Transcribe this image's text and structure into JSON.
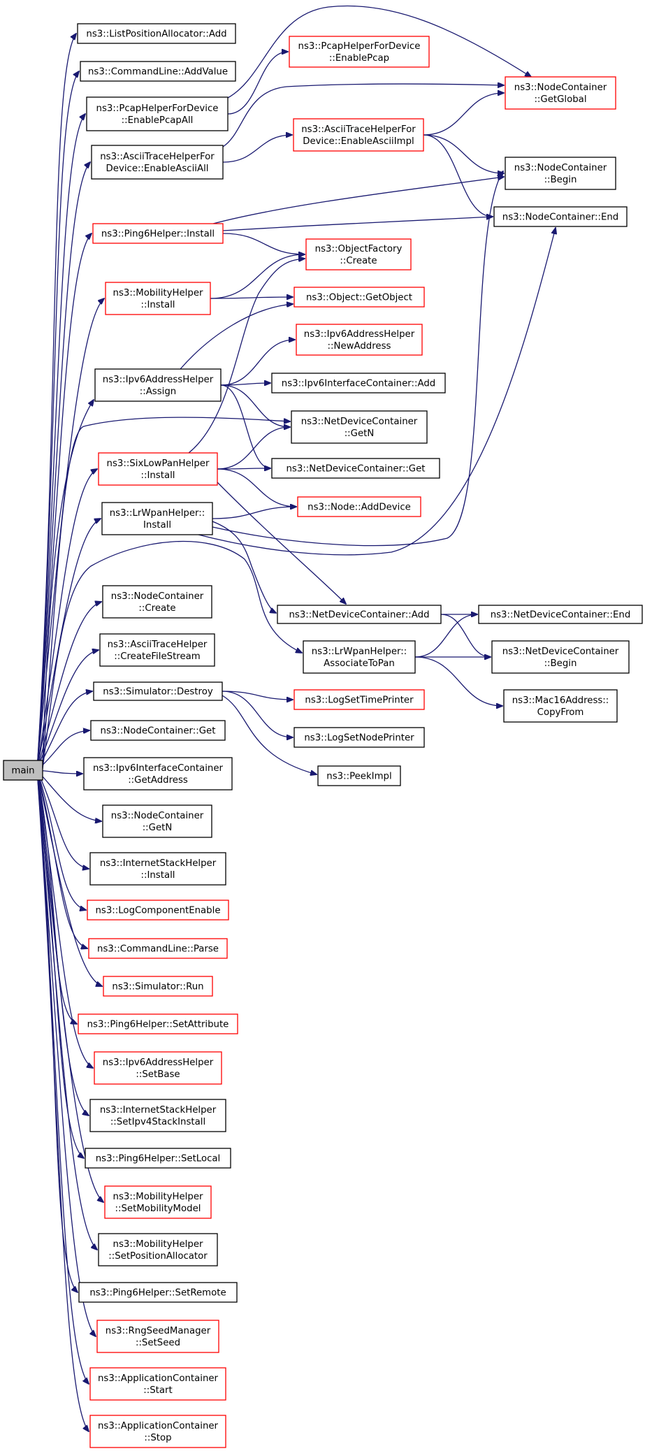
{
  "colors": {
    "edge": "#191970",
    "normal_border": "#000000",
    "red_border": "#ff0000",
    "root_fill": "#bfbfbf",
    "node_fill": "#ffffff"
  },
  "nodes": [
    {
      "id": "main",
      "lines": [
        "main"
      ],
      "style": "root"
    },
    {
      "id": "lpa_add",
      "lines": [
        "ns3::ListPositionAllocator::Add"
      ],
      "style": "normal"
    },
    {
      "id": "cmd_addvalue",
      "lines": [
        "ns3::CommandLine::AddValue"
      ],
      "style": "normal"
    },
    {
      "id": "pcap_all",
      "lines": [
        "ns3::PcapHelperForDevice",
        "::EnablePcapAll"
      ],
      "style": "normal"
    },
    {
      "id": "ascii_all",
      "lines": [
        "ns3::AsciiTraceHelperFor",
        "Device::EnableAsciiAll"
      ],
      "style": "normal"
    },
    {
      "id": "ping_install",
      "lines": [
        "ns3::Ping6Helper::Install"
      ],
      "style": "red"
    },
    {
      "id": "mob_install",
      "lines": [
        "ns3::MobilityHelper",
        "::Install"
      ],
      "style": "red"
    },
    {
      "id": "ipv6_assign",
      "lines": [
        "ns3::Ipv6AddressHelper",
        "::Assign"
      ],
      "style": "normal"
    },
    {
      "id": "sixlow_install",
      "lines": [
        "ns3::SixLowPanHelper",
        "::Install"
      ],
      "style": "red"
    },
    {
      "id": "lrwpan_install",
      "lines": [
        "ns3::LrWpanHelper::",
        "Install"
      ],
      "style": "normal"
    },
    {
      "id": "nc_create",
      "lines": [
        "ns3::NodeContainer",
        "::Create"
      ],
      "style": "normal"
    },
    {
      "id": "ascii_cfs",
      "lines": [
        "ns3::AsciiTraceHelper",
        "::CreateFileStream"
      ],
      "style": "normal"
    },
    {
      "id": "sim_destroy",
      "lines": [
        "ns3::Simulator::Destroy"
      ],
      "style": "normal"
    },
    {
      "id": "nc_get",
      "lines": [
        "ns3::NodeContainer::Get"
      ],
      "style": "normal"
    },
    {
      "id": "ipv6ic_getaddr",
      "lines": [
        "ns3::Ipv6InterfaceContainer",
        "::GetAddress"
      ],
      "style": "normal"
    },
    {
      "id": "nc_getn",
      "lines": [
        "ns3::NodeContainer",
        "::GetN"
      ],
      "style": "normal"
    },
    {
      "id": "ish_install",
      "lines": [
        "ns3::InternetStackHelper",
        "::Install"
      ],
      "style": "normal"
    },
    {
      "id": "logcompenable",
      "lines": [
        "ns3::LogComponentEnable"
      ],
      "style": "red"
    },
    {
      "id": "cmd_parse",
      "lines": [
        "ns3::CommandLine::Parse"
      ],
      "style": "red"
    },
    {
      "id": "sim_run",
      "lines": [
        "ns3::Simulator::Run"
      ],
      "style": "red"
    },
    {
      "id": "ping_setattr",
      "lines": [
        "ns3::Ping6Helper::SetAttribute"
      ],
      "style": "red"
    },
    {
      "id": "ipv6_setbase",
      "lines": [
        "ns3::Ipv6AddressHelper",
        "::SetBase"
      ],
      "style": "red"
    },
    {
      "id": "ish_setipv4",
      "lines": [
        "ns3::InternetStackHelper",
        "::SetIpv4StackInstall"
      ],
      "style": "normal"
    },
    {
      "id": "ping_setlocal",
      "lines": [
        "ns3::Ping6Helper::SetLocal"
      ],
      "style": "normal"
    },
    {
      "id": "mob_setmodel",
      "lines": [
        "ns3::MobilityHelper",
        "::SetMobilityModel"
      ],
      "style": "red"
    },
    {
      "id": "mob_setalloc",
      "lines": [
        "ns3::MobilityHelper",
        "::SetPositionAllocator"
      ],
      "style": "normal"
    },
    {
      "id": "ping_setremote",
      "lines": [
        "ns3::Ping6Helper::SetRemote"
      ],
      "style": "normal"
    },
    {
      "id": "rng_setseed",
      "lines": [
        "ns3::RngSeedManager",
        "::SetSeed"
      ],
      "style": "red"
    },
    {
      "id": "app_start",
      "lines": [
        "ns3::ApplicationContainer",
        "::Start"
      ],
      "style": "red"
    },
    {
      "id": "app_stop",
      "lines": [
        "ns3::ApplicationContainer",
        "::Stop"
      ],
      "style": "red"
    },
    {
      "id": "pcap_enable",
      "lines": [
        "ns3::PcapHelperForDevice",
        "::EnablePcap"
      ],
      "style": "red"
    },
    {
      "id": "ascii_impl",
      "lines": [
        "ns3::AsciiTraceHelperFor",
        "Device::EnableAsciiImpl"
      ],
      "style": "red"
    },
    {
      "id": "of_create",
      "lines": [
        "ns3::ObjectFactory",
        "::Create"
      ],
      "style": "red"
    },
    {
      "id": "obj_getobject",
      "lines": [
        "ns3::Object::GetObject"
      ],
      "style": "red"
    },
    {
      "id": "ipv6_newaddr",
      "lines": [
        "ns3::Ipv6AddressHelper",
        "::NewAddress"
      ],
      "style": "red"
    },
    {
      "id": "ipv6ic_add",
      "lines": [
        "ns3::Ipv6InterfaceContainer::Add"
      ],
      "style": "normal"
    },
    {
      "id": "ndc_getn",
      "lines": [
        "ns3::NetDeviceContainer",
        "::GetN"
      ],
      "style": "normal"
    },
    {
      "id": "ndc_get",
      "lines": [
        "ns3::NetDeviceContainer::Get"
      ],
      "style": "normal"
    },
    {
      "id": "node_adddevice",
      "lines": [
        "ns3::Node::AddDevice"
      ],
      "style": "red"
    },
    {
      "id": "ndc_add",
      "lines": [
        "ns3::NetDeviceContainer::Add"
      ],
      "style": "normal"
    },
    {
      "id": "lrwpan_assoc",
      "lines": [
        "ns3::LrWpanHelper::",
        "AssociateToPan"
      ],
      "style": "normal"
    },
    {
      "id": "logsettime",
      "lines": [
        "ns3::LogSetTimePrinter"
      ],
      "style": "red"
    },
    {
      "id": "logsetnode",
      "lines": [
        "ns3::LogSetNodePrinter"
      ],
      "style": "normal"
    },
    {
      "id": "peekimpl",
      "lines": [
        "ns3::PeekImpl"
      ],
      "style": "normal"
    },
    {
      "id": "nc_getglobal",
      "lines": [
        "ns3::NodeContainer",
        "::GetGlobal"
      ],
      "style": "red"
    },
    {
      "id": "nc_begin",
      "lines": [
        "ns3::NodeContainer",
        "::Begin"
      ],
      "style": "normal"
    },
    {
      "id": "nc_end",
      "lines": [
        "ns3::NodeContainer::End"
      ],
      "style": "normal"
    },
    {
      "id": "ndc_end",
      "lines": [
        "ns3::NetDeviceContainer::End"
      ],
      "style": "normal"
    },
    {
      "id": "ndc_begin",
      "lines": [
        "ns3::NetDeviceContainer",
        "::Begin"
      ],
      "style": "normal"
    },
    {
      "id": "mac16_copyfrom",
      "lines": [
        "ns3::Mac16Address::",
        "CopyFrom"
      ],
      "style": "normal"
    }
  ],
  "edges": [
    [
      "main",
      "lpa_add"
    ],
    [
      "main",
      "cmd_addvalue"
    ],
    [
      "main",
      "pcap_all"
    ],
    [
      "main",
      "ascii_all"
    ],
    [
      "main",
      "ping_install"
    ],
    [
      "main",
      "mob_install"
    ],
    [
      "main",
      "ipv6_assign"
    ],
    [
      "main",
      "ndc_getn"
    ],
    [
      "main",
      "sixlow_install"
    ],
    [
      "main",
      "lrwpan_install"
    ],
    [
      "main",
      "lrwpan_assoc"
    ],
    [
      "main",
      "nc_create"
    ],
    [
      "main",
      "ascii_cfs"
    ],
    [
      "main",
      "sim_destroy"
    ],
    [
      "main",
      "nc_get"
    ],
    [
      "main",
      "ipv6ic_getaddr"
    ],
    [
      "main",
      "nc_getn"
    ],
    [
      "main",
      "ish_install"
    ],
    [
      "main",
      "logcompenable"
    ],
    [
      "main",
      "cmd_parse"
    ],
    [
      "main",
      "sim_run"
    ],
    [
      "main",
      "ping_setattr"
    ],
    [
      "main",
      "ipv6_setbase"
    ],
    [
      "main",
      "ish_setipv4"
    ],
    [
      "main",
      "ping_setlocal"
    ],
    [
      "main",
      "mob_setmodel"
    ],
    [
      "main",
      "mob_setalloc"
    ],
    [
      "main",
      "ping_setremote"
    ],
    [
      "main",
      "rng_setseed"
    ],
    [
      "main",
      "app_start"
    ],
    [
      "main",
      "app_stop"
    ],
    [
      "pcap_all",
      "pcap_enable"
    ],
    [
      "pcap_all",
      "nc_getglobal"
    ],
    [
      "ascii_all",
      "ascii_impl"
    ],
    [
      "ascii_all",
      "nc_getglobal"
    ],
    [
      "ascii_impl",
      "nc_getglobal"
    ],
    [
      "ascii_impl",
      "nc_begin"
    ],
    [
      "ascii_impl",
      "nc_end"
    ],
    [
      "ping_install",
      "nc_begin"
    ],
    [
      "ping_install",
      "nc_end"
    ],
    [
      "ping_install",
      "of_create"
    ],
    [
      "mob_install",
      "of_create"
    ],
    [
      "mob_install",
      "obj_getobject"
    ],
    [
      "ipv6_assign",
      "obj_getobject"
    ],
    [
      "ipv6_assign",
      "ipv6_newaddr"
    ],
    [
      "ipv6_assign",
      "ipv6ic_add"
    ],
    [
      "ipv6_assign",
      "ndc_getn"
    ],
    [
      "ipv6_assign",
      "ndc_get"
    ],
    [
      "sixlow_install",
      "of_create"
    ],
    [
      "sixlow_install",
      "ndc_getn"
    ],
    [
      "sixlow_install",
      "ndc_get"
    ],
    [
      "sixlow_install",
      "node_adddevice"
    ],
    [
      "sixlow_install",
      "ndc_add"
    ],
    [
      "lrwpan_install",
      "node_adddevice"
    ],
    [
      "lrwpan_install",
      "ndc_add"
    ],
    [
      "lrwpan_install",
      "nc_begin"
    ],
    [
      "lrwpan_install",
      "nc_end"
    ],
    [
      "ndc_add",
      "ndc_end"
    ],
    [
      "ndc_add",
      "ndc_begin"
    ],
    [
      "lrwpan_assoc",
      "ndc_end"
    ],
    [
      "lrwpan_assoc",
      "ndc_begin"
    ],
    [
      "lrwpan_assoc",
      "mac16_copyfrom"
    ],
    [
      "sim_destroy",
      "logsettime"
    ],
    [
      "sim_destroy",
      "logsetnode"
    ],
    [
      "sim_destroy",
      "peekimpl"
    ]
  ]
}
